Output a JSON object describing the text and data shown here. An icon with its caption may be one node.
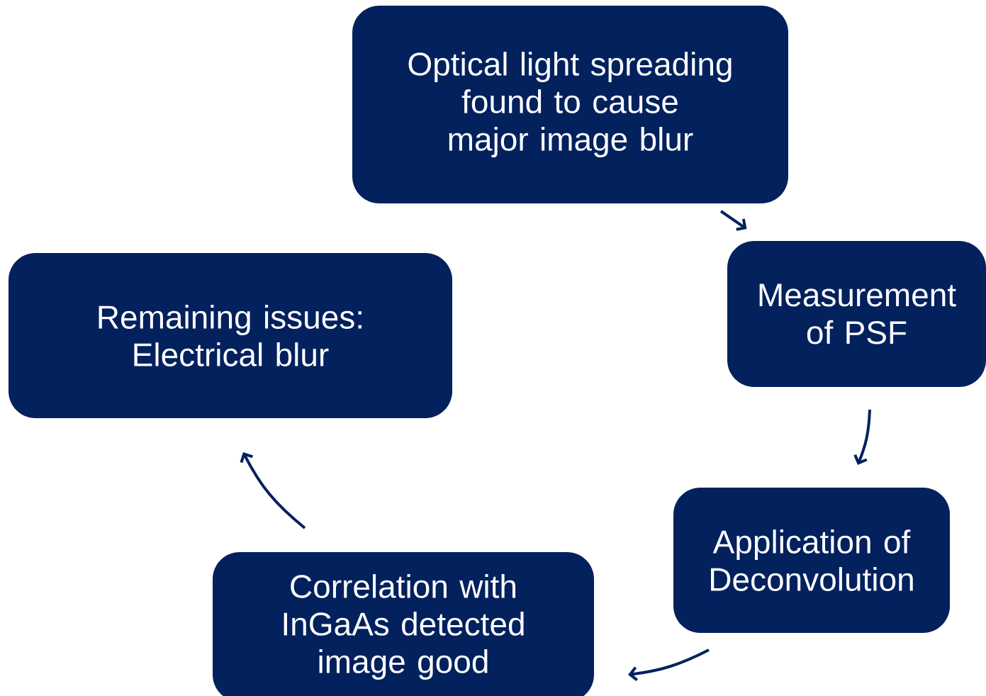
{
  "diagram": {
    "nodes": [
      {
        "text": [
          "Optical light spreading found to cause major image blur"
        ]
      },
      {
        "text": [
          "Measurement of PSF"
        ]
      },
      {
        "text": [
          "Application of Deconvolution"
        ]
      },
      {
        "text": [
          "Correlation with InGaAs detected image good"
        ]
      },
      {
        "text": [
          "Remaining issues: Electrical blur"
        ]
      }
    ],
    "edges": [
      {
        "from": 0,
        "to": 1,
        "arrow": "to"
      },
      {
        "from": 1,
        "to": 2,
        "arrow": "to"
      },
      {
        "from": 2,
        "to": 3,
        "arrow": "to"
      },
      {
        "from": 3,
        "to": 4,
        "arrow": "to"
      }
    ]
  }
}
